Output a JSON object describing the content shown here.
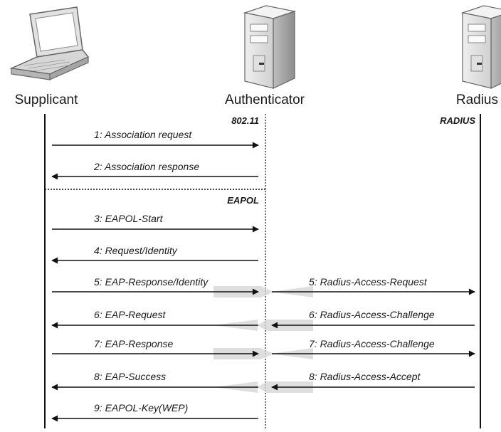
{
  "actors": {
    "supplicant": "Supplicant",
    "authenticator": "Authenticator",
    "radius": "Radius"
  },
  "protocols": {
    "p80211": "802.11",
    "radius": "RADIUS",
    "eapol": "EAPOL"
  },
  "messages": {
    "m1": "1: Association request",
    "m2": "2: Association response",
    "m3": "3: EAPOL-Start",
    "m4": "4: Request/Identity",
    "m5a": "5: EAP-Response/Identity",
    "m5b": "5: Radius-Access-Request",
    "m6a": "6: EAP-Request",
    "m6b": "6: Radius-Access-Challenge",
    "m7a": "7: EAP-Response",
    "m7b": "7: Radius-Access-Challenge",
    "m8a": "8: EAP-Success",
    "m8b": "8: Radius-Access-Accept",
    "m9": "9: EAPOL-Key(WEP)"
  },
  "icons": {
    "supplicant": "laptop-icon",
    "authenticator": "server-tower-icon",
    "radius": "server-tower-icon"
  }
}
